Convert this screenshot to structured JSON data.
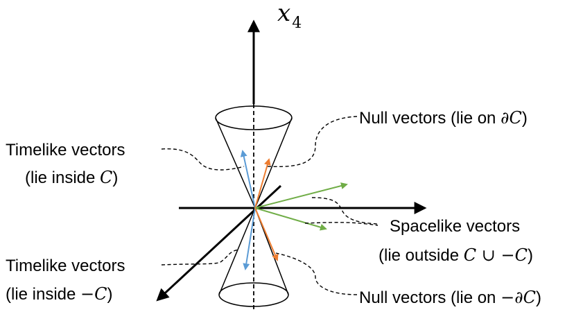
{
  "axis_label": {
    "base": "x",
    "subscript": "4"
  },
  "labels": {
    "null_upper": {
      "text": "Null vectors (lie on ",
      "math": "∂C",
      "close": ")"
    },
    "timelike_upper": {
      "line1": "Timelike vectors",
      "line2_text": "(lie inside ",
      "line2_math": "C",
      "line2_close": ")"
    },
    "spacelike": {
      "line1": "Spacelike vectors",
      "line2_text": "(lie outside ",
      "line2_math": "C ∪ −C",
      "line2_close": ")"
    },
    "timelike_lower": {
      "line1": "Timelike vectors",
      "line2_text": "(lie inside ",
      "line2_math": "−C",
      "line2_close": ")"
    },
    "null_lower": {
      "text": "Null vectors (lie on ",
      "math": "−∂C",
      "close": ")"
    }
  },
  "colors": {
    "timelike": "#5b9bd5",
    "null": "#ed7d31",
    "spacelike": "#70ad47",
    "axis": "#000000"
  }
}
